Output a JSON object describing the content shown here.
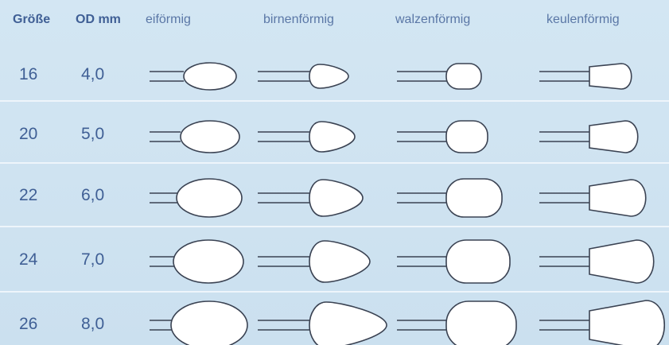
{
  "header": {
    "size": "Größe",
    "od": "OD mm",
    "shapes": [
      "eiförmig",
      "birnenförmig",
      "walzenförmig",
      "keulenförmig"
    ]
  },
  "rows": [
    {
      "size": "16",
      "od": "4,0"
    },
    {
      "size": "20",
      "od": "5,0"
    },
    {
      "size": "22",
      "od": "6,0"
    },
    {
      "size": "24",
      "od": "7,0"
    },
    {
      "size": "26",
      "od": "8,0"
    }
  ],
  "colors": {
    "background": "#cfe3f1",
    "text": "#3f5f95",
    "outline": "#3a4252",
    "fill": "#ffffff"
  }
}
